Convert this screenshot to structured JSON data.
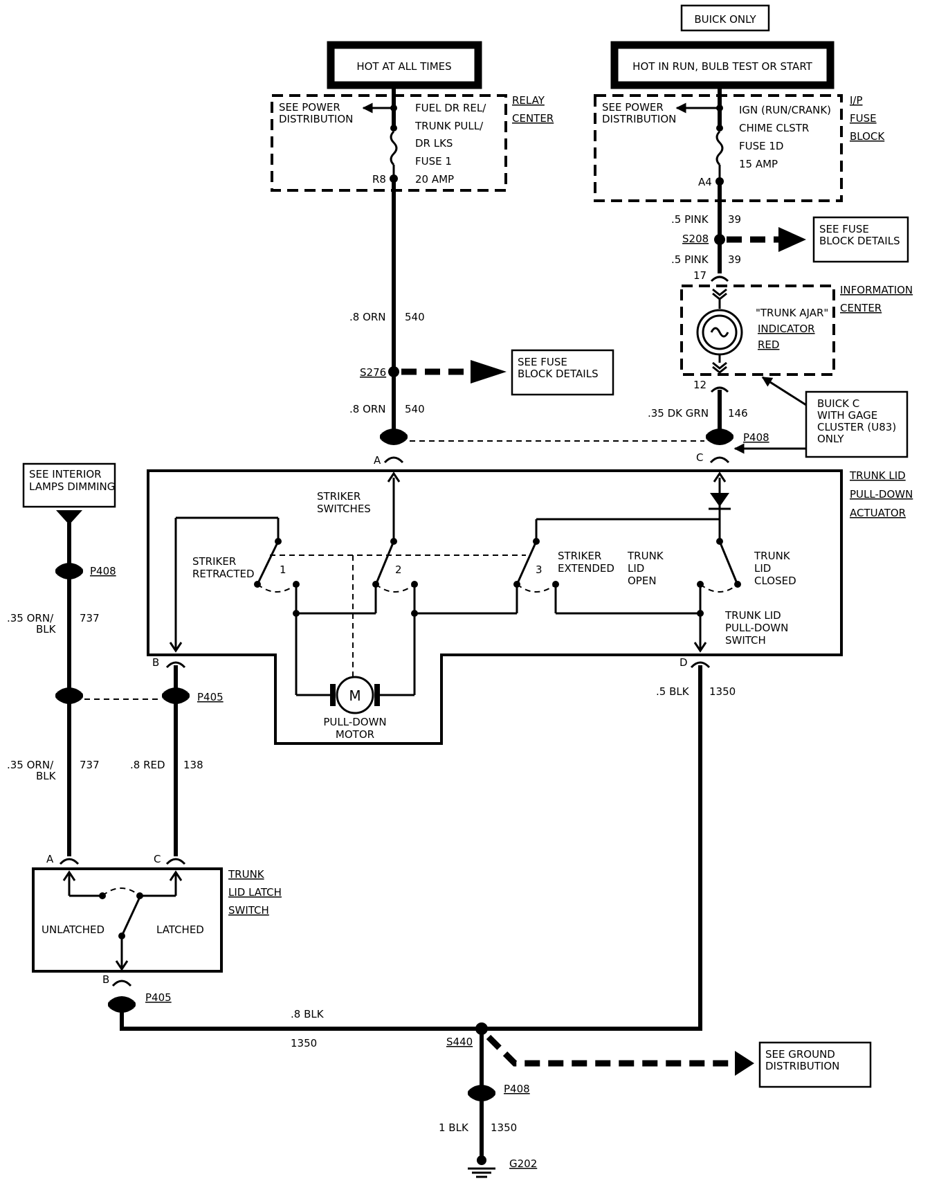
{
  "header": {
    "buick_only": "BUICK ONLY"
  },
  "power": {
    "hot_at_all_times": "HOT AT ALL TIMES",
    "hot_in_run": "HOT IN RUN, BULB TEST OR START",
    "see_power_left": [
      "SEE POWER",
      "DISTRIBUTION"
    ],
    "see_power_right": [
      "SEE POWER",
      "DISTRIBUTION"
    ],
    "fuse1": [
      "FUEL DR REL/",
      "TRUNK PULL/",
      "DR LKS",
      "FUSE 1",
      "20 AMP"
    ],
    "fuse1_pin": "R8",
    "relay_center": [
      "RELAY",
      "CENTER"
    ],
    "fuse1d": [
      "IGN (RUN/CRANK)",
      "CHIME CLSTR",
      "FUSE 1D",
      "15 AMP"
    ],
    "fuse1d_pin": "A4",
    "ip_fuse_block": [
      "I/P",
      "FUSE",
      "BLOCK"
    ]
  },
  "wires": {
    "orn_gauge": ".8 ORN",
    "orn_circuit": "540",
    "pink_gauge": ".5 PINK",
    "pink_circuit": "39",
    "dkgrn_gauge": ".35 DK GRN",
    "dkgrn_circuit": "146",
    "ornblk_gauge": [
      ".35 ORN/",
      "BLK"
    ],
    "ornblk_circuit": "737",
    "red_gauge": ".8 RED",
    "red_circuit": "138",
    "blk5_gauge": ".5 BLK",
    "blk5_circuit": "1350",
    "blk8_gauge": ".8 BLK",
    "blk8_circuit": "1350",
    "blk1_gauge": "1 BLK",
    "blk1_circuit": "1350"
  },
  "splices": {
    "s276": "S276",
    "s208": "S208",
    "s440": "S440"
  },
  "refs": {
    "fuse_details_1": [
      "SEE FUSE",
      "BLOCK DETAILS"
    ],
    "fuse_details_2": [
      "SEE FUSE",
      "BLOCK DETAILS"
    ],
    "interior_lamps": [
      "SEE INTERIOR",
      "LAMPS DIMMING"
    ],
    "ground_dist": [
      "SEE GROUND",
      "DISTRIBUTION"
    ]
  },
  "info_center": {
    "label": [
      "INFORMATION",
      "CENTER"
    ],
    "indicator": [
      "\"TRUNK AJAR\"",
      "INDICATOR",
      "RED"
    ],
    "pin_in": "17",
    "pin_out": "12"
  },
  "buick_c_note": [
    "BUICK C",
    "WITH GAGE",
    "CLUSTER (U83)",
    "ONLY"
  ],
  "connectors": {
    "p408": "P408",
    "p405": "P405",
    "g202": "G202"
  },
  "pins": {
    "a": "A",
    "b": "B",
    "c": "C",
    "d": "D"
  },
  "actuator": {
    "label": [
      "TRUNK LID",
      "PULL-DOWN",
      "ACTUATOR"
    ],
    "striker_switches": [
      "STRIKER",
      "SWITCHES"
    ],
    "striker_retracted": [
      "STRIKER",
      "RETRACTED"
    ],
    "striker_extended": [
      "STRIKER",
      "EXTENDED"
    ],
    "trunk_lid_open": [
      "TRUNK",
      "LID",
      "OPEN"
    ],
    "trunk_lid_closed": [
      "TRUNK",
      "LID",
      "CLOSED"
    ],
    "pulldown_switch": [
      "TRUNK LID",
      "PULL-DOWN",
      "SWITCH"
    ],
    "motor_symbol": "M",
    "motor_label": [
      "PULL-DOWN",
      "MOTOR"
    ],
    "sw1": "1",
    "sw2": "2",
    "sw3": "3"
  },
  "latch": {
    "label": [
      "TRUNK",
      "LID LATCH",
      "SWITCH"
    ],
    "unlatched": "UNLATCHED",
    "latched": "LATCHED"
  }
}
